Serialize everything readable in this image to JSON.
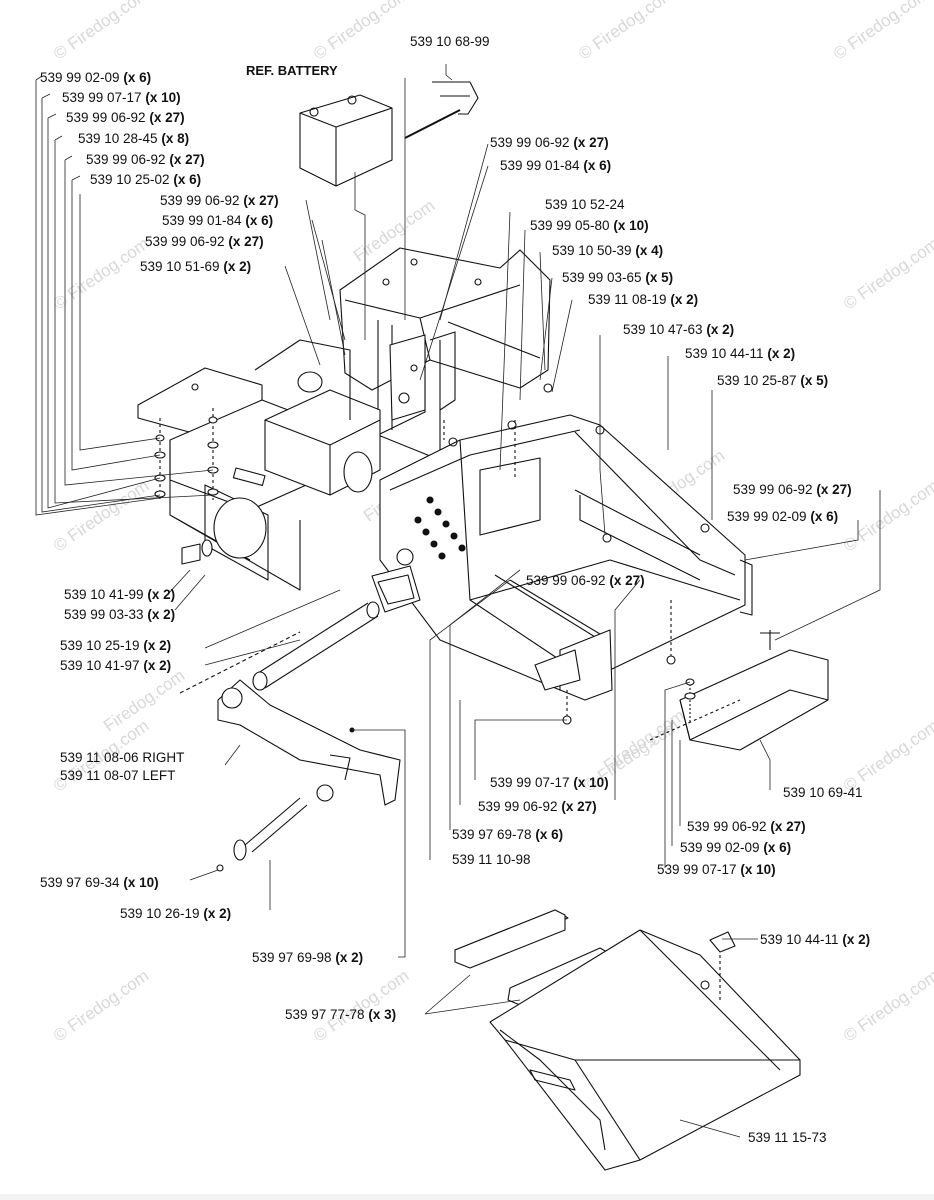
{
  "ref_label": "REF. BATTERY",
  "watermark_text": "© Firedog.com",
  "watermark_text_short": "Firedog.com",
  "parts": [
    {
      "id": "p1",
      "num": "539 99 02-09",
      "qty": "(x 6)"
    },
    {
      "id": "p2",
      "num": "539 99 07-17",
      "qty": "(x 10)"
    },
    {
      "id": "p3",
      "num": "539 99 06-92",
      "qty": "(x 27)"
    },
    {
      "id": "p4",
      "num": "539 10 28-45",
      "qty": "(x 8)"
    },
    {
      "id": "p5",
      "num": "539 99 06-92",
      "qty": "(x 27)"
    },
    {
      "id": "p6",
      "num": "539 10 25-02",
      "qty": "(x 6)"
    },
    {
      "id": "p7",
      "num": "539 99 06-92",
      "qty": "(x 27)"
    },
    {
      "id": "p8",
      "num": "539 99 01-84",
      "qty": "(x 6)"
    },
    {
      "id": "p9",
      "num": "539 99 06-92",
      "qty": "(x 27)"
    },
    {
      "id": "p10",
      "num": "539 10 51-69",
      "qty": "(x 2)"
    },
    {
      "id": "p11",
      "num": "539 10 68-99",
      "qty": ""
    },
    {
      "id": "p12",
      "num": "539 99 06-92",
      "qty": "(x 27)"
    },
    {
      "id": "p13",
      "num": "539 99 01-84",
      "qty": "(x 6)"
    },
    {
      "id": "p14",
      "num": "539 10 52-24",
      "qty": ""
    },
    {
      "id": "p15",
      "num": "539 99 05-80",
      "qty": "(x 10)"
    },
    {
      "id": "p16",
      "num": "539 10 50-39",
      "qty": " (x 4)"
    },
    {
      "id": "p17",
      "num": "539 99 03-65",
      "qty": "(x 5)"
    },
    {
      "id": "p18",
      "num": "539 11 08-19",
      "qty": "(x 2)"
    },
    {
      "id": "p19",
      "num": "539 10 47-63",
      "qty": "(x 2)"
    },
    {
      "id": "p20",
      "num": "539 10 44-11",
      "qty": "(x 2)"
    },
    {
      "id": "p21",
      "num": "539 10 25-87",
      "qty": "(x 5)"
    },
    {
      "id": "p22",
      "num": "539 99 06-92",
      "qty": "(x 27)"
    },
    {
      "id": "p23",
      "num": "539 99 02-09",
      "qty": "(x 6)"
    },
    {
      "id": "p24",
      "num": "539 99 06-92",
      "qty": "(x 27)"
    },
    {
      "id": "p25",
      "num": "539 10 41-99",
      "qty": "(x 2)"
    },
    {
      "id": "p26",
      "num": "539 99 03-33",
      "qty": "(x 2)"
    },
    {
      "id": "p27",
      "num": "539 10 25-19",
      "qty": "(x 2)"
    },
    {
      "id": "p28",
      "num": "539 10 41-97",
      "qty": "(x 2)"
    },
    {
      "id": "p29",
      "num": "539 11 08-06 RIGHT",
      "qty": ""
    },
    {
      "id": "p30",
      "num": "539 11 08-07 LEFT",
      "qty": ""
    },
    {
      "id": "p31",
      "num": "539 99 07-17",
      "qty": "(x 10)"
    },
    {
      "id": "p32",
      "num": "539 99 06-92",
      "qty": "(x 27)"
    },
    {
      "id": "p33",
      "num": "539 97 69-78",
      "qty": "(x 6)"
    },
    {
      "id": "p34",
      "num": "539 11 10-98",
      "qty": ""
    },
    {
      "id": "p35",
      "num": "539 10 69-41",
      "qty": ""
    },
    {
      "id": "p36",
      "num": "539 99 06-92",
      "qty": "(x 27)"
    },
    {
      "id": "p37",
      "num": "539 99 02-09",
      "qty": "(x 6)"
    },
    {
      "id": "p38",
      "num": "539 99 07-17",
      "qty": "(x 10)"
    },
    {
      "id": "p39",
      "num": "539 97 69-34",
      "qty": "(x 10)"
    },
    {
      "id": "p40",
      "num": "539 10 26-19",
      "qty": "(x 2)"
    },
    {
      "id": "p41",
      "num": "539 97 69-98",
      "qty": "(x 2)"
    },
    {
      "id": "p42",
      "num": "539 10 44-11",
      "qty": "(x 2)"
    },
    {
      "id": "p43",
      "num": "539 97 77-78",
      "qty": "(x 3)"
    },
    {
      "id": "p44",
      "num": "539 11 15-73",
      "qty": ""
    }
  ]
}
